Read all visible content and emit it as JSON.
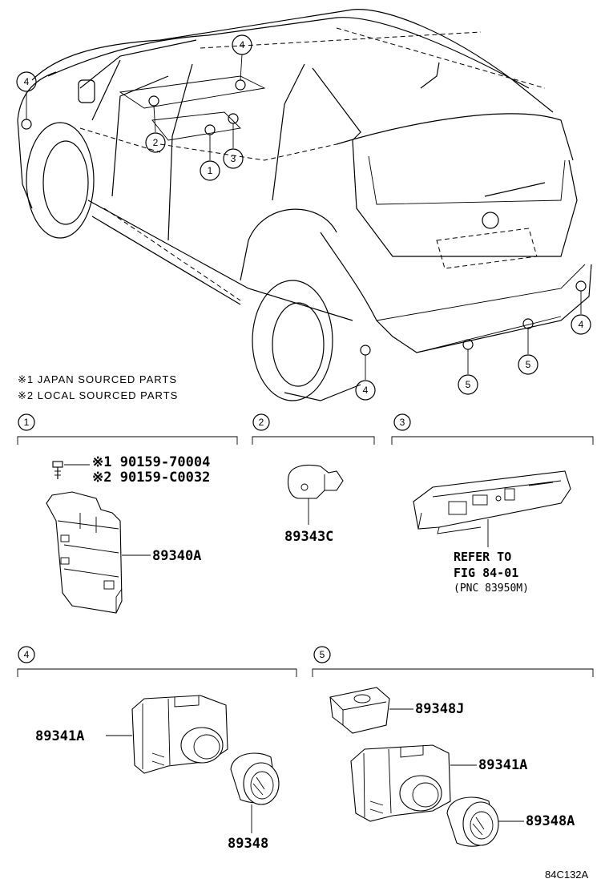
{
  "notes": {
    "japan": "※1 JAPAN SOURCED PARTS",
    "local": "※2 LOCAL SOURCED PARTS"
  },
  "callouts": {
    "c1": "1",
    "c2": "2",
    "c3": "3",
    "c4": "4",
    "c5": "5"
  },
  "section_1": {
    "number": "1",
    "bolt_japan": "※1 90159-70004",
    "bolt_local": "※2 90159-C0032",
    "ecu": "89340A"
  },
  "section_2": {
    "number": "2",
    "sensor": "89343C"
  },
  "section_3": {
    "number": "3",
    "refer_line1": "REFER TO",
    "refer_line2": "FIG 84-01",
    "refer_line3": "(PNC 83950M)"
  },
  "section_4": {
    "number": "4",
    "sensor": "89341A",
    "bezel": "89348"
  },
  "section_5": {
    "number": "5",
    "retainer": "89348J",
    "sensor": "89341A",
    "bezel": "89348A"
  },
  "diagram_code": "84C132A"
}
